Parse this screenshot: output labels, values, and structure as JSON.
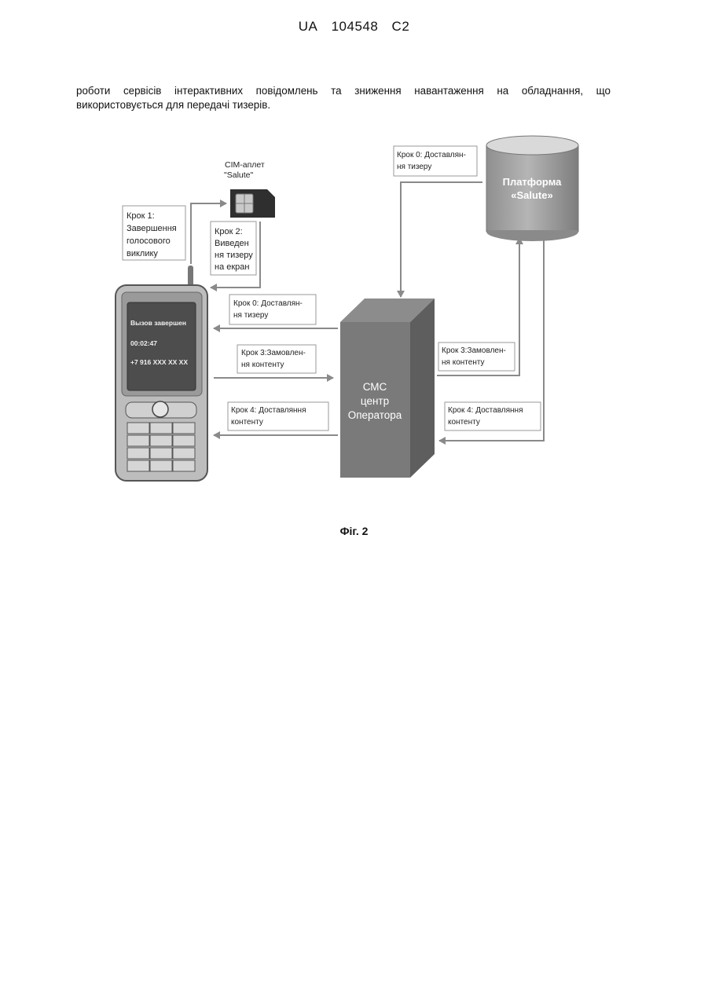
{
  "header": {
    "country": "UA",
    "number": "104548",
    "kind": "C2"
  },
  "paragraph": {
    "line1": "роботи сервісів інтерактивних повідомлень та зниження навантаження на обладнання, що",
    "line2": "використовується для передачі тизерів."
  },
  "figure": {
    "sim_label_1": "CIM-аплет",
    "sim_label_2": "\"Salute\"",
    "step1": [
      "Крок 1:",
      "Завершення",
      "голосового",
      "виклику"
    ],
    "step2": [
      "Крок 2:",
      "Виведен",
      "ня тизеру",
      "на екран"
    ],
    "step0_left": [
      "Крок 0: Доставлян-",
      "ня тизеру"
    ],
    "step3_left": [
      "Крок 3:Замовлен-",
      "ня контенту"
    ],
    "step4_left": [
      "Крок 4: Доставляння",
      "контенту"
    ],
    "step0_top": [
      "Крок 0: Доставлян-",
      "ня тизеру"
    ],
    "step3_right": [
      "Крок 3:Замовлен-",
      "ня контенту"
    ],
    "step4_right": [
      "Крок 4: Доставляння",
      "контенту"
    ],
    "phone_screen": [
      "Вызов завершен",
      "00:02:47",
      "+7 916 XXX XX XX"
    ],
    "platform": [
      "Платформа",
      "«Salute»"
    ],
    "sms_center": [
      "СМС",
      "центр",
      "Оператора"
    ]
  },
  "caption": "Фіг. 2"
}
